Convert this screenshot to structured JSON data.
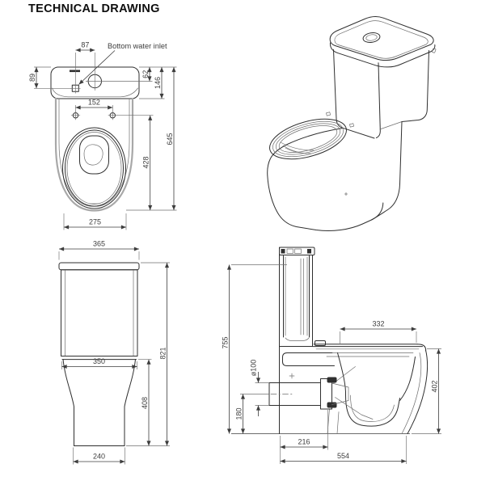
{
  "title": "TECHNICAL DRAWING",
  "colors": {
    "ink": "#2f2f2f",
    "dim-ink": "#3d3d3d",
    "light-ink": "#6e6e6e",
    "body-gray": "#a8a8a8",
    "bg": "#ffffff"
  },
  "plan_view": {
    "inlet_label": "Bottom water inlet",
    "dims": {
      "inlet_to_button": "87",
      "inlet_from_top": "89",
      "button_from_top": "62",
      "cistern_depth": "146",
      "seat_hinge_spacing": "152",
      "hinge_to_front": "428",
      "total_depth": "645",
      "seat_width": "275"
    }
  },
  "front_view": {
    "dims": {
      "cistern_width": "365",
      "total_height": "821",
      "body_width": "350",
      "pedestal_height": "408",
      "base_width": "240"
    }
  },
  "side_view": {
    "dims": {
      "cistern_height": "755",
      "opening_length": "332",
      "outlet_diameter": "ø100",
      "outlet_center_height": "180",
      "outlet_projection": "216",
      "total_projection": "554",
      "bowl_height": "402"
    }
  }
}
